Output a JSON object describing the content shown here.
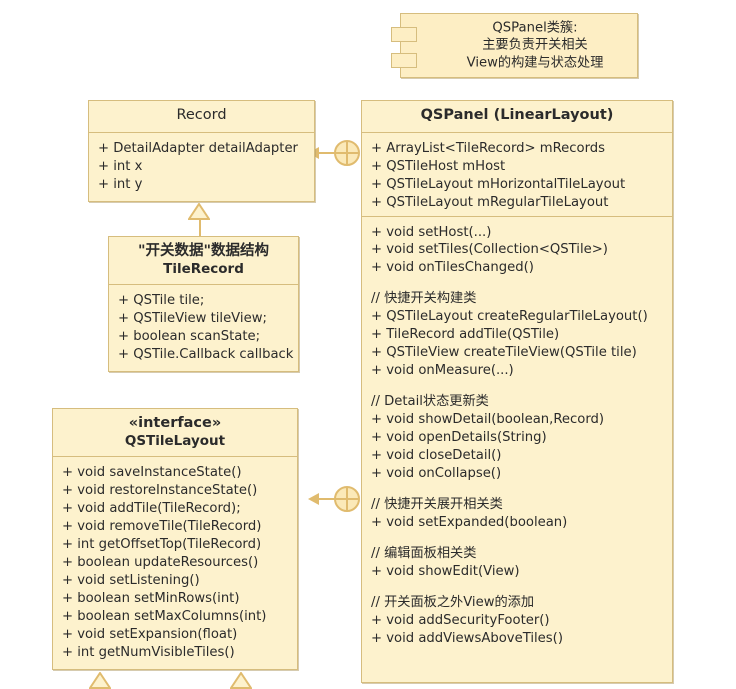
{
  "diagram": {
    "kind": "uml-class-diagram",
    "title": "QSPanel UML Class Diagram",
    "colors": {
      "box_fill": "#fdf2cd",
      "note_fill": "#fdeec4",
      "border": "#d6bd7e",
      "connector": "#e0bb6e",
      "text": "#2b2b2b",
      "background": "#ffffff"
    }
  },
  "component_note": {
    "name": "qspanel-component-note",
    "lines": [
      "QSPanel类簇:",
      "主要负责开关相关",
      "View的构建与状态处理"
    ],
    "tabs": 2
  },
  "classes": {
    "record": {
      "title": "Record",
      "title_bold": false,
      "stereotype": "",
      "attributes": [
        "+ DetailAdapter detailAdapter",
        "+ int x",
        "+ int y"
      ],
      "methods": []
    },
    "tile_record": {
      "title_line1": "\"开关数据\"数据结构",
      "title_line2": "TileRecord",
      "title_bold": true,
      "attributes": [
        "+ QSTile tile;",
        "+ QSTileView tileView;",
        "+ boolean scanState;",
        "+ QSTile.Callback callback"
      ]
    },
    "qs_tile_layout": {
      "stereotype": "«interface»",
      "title": "QSTileLayout",
      "title_bold": true,
      "methods": [
        "+ void saveInstanceState()",
        "+ void restoreInstanceState()",
        "+ void addTile(TileRecord);",
        "+ void removeTile(TileRecord)",
        "+ int getOffsetTop(TileRecord)",
        "+ boolean updateResources()",
        "+ void setListening()",
        "+ boolean setMinRows(int)",
        "+ boolean setMaxColumns(int)",
        "+ void setExpansion(float)",
        "+ int getNumVisibleTiles()"
      ]
    },
    "qs_panel": {
      "title": "QSPanel (LinearLayout)",
      "title_bold": true,
      "attributes": [
        "+ ArrayList<TileRecord> mRecords",
        "+ QSTileHost mHost",
        "+ QSTileLayout mHorizontalTileLayout",
        "+ QSTileLayout mRegularTileLayout"
      ],
      "sections": [
        {
          "comment": "",
          "items": [
            "+ void setHost(...)",
            "+ void setTiles(Collection<QSTile>)",
            "+ void onTilesChanged()"
          ]
        },
        {
          "comment": "// 快捷开关构建类",
          "items": [
            "+ QSTileLayout createRegularTileLayout()",
            "+ TileRecord addTile(QSTile)",
            "+ QSTileView createTileView(QSTile tile)",
            "+ void onMeasure(...)"
          ]
        },
        {
          "comment": "// Detail状态更新类",
          "items": [
            "+ void showDetail(boolean,Record)",
            "+ void openDetails(String)",
            "+ void closeDetail()",
            "+ void onCollapse()"
          ]
        },
        {
          "comment": "// 快捷开关展开相关类",
          "items": [
            "+ void setExpanded(boolean)"
          ]
        },
        {
          "comment": "// 编辑面板相关类",
          "items": [
            "+ void showEdit(View)"
          ]
        },
        {
          "comment": "// 开关面板之外View的添加",
          "items": [
            "+ void addSecurityFooter()",
            "+ void addViewsAboveTiles()"
          ]
        }
      ]
    }
  },
  "relations": [
    {
      "name": "qspanel-uses-record",
      "type": "association-with-crosshair",
      "from": "qs_panel",
      "to": "record",
      "arrow": "open-left"
    },
    {
      "name": "qspanel-uses-qstilelayout",
      "type": "association-with-crosshair",
      "from": "qs_panel",
      "to": "qs_tile_layout",
      "arrow": "open-left"
    },
    {
      "name": "tilerecord-extends-record",
      "type": "generalization",
      "from": "tile_record",
      "to": "record",
      "arrow": "hollow-triangle-up"
    },
    {
      "name": "qstilelayout-impl-left",
      "type": "generalization",
      "from": "unnamed-implementor-left",
      "to": "qs_tile_layout",
      "arrow": "hollow-triangle-up"
    },
    {
      "name": "qstilelayout-impl-right",
      "type": "generalization",
      "from": "unnamed-implementor-right",
      "to": "qs_tile_layout",
      "arrow": "hollow-triangle-up"
    }
  ]
}
